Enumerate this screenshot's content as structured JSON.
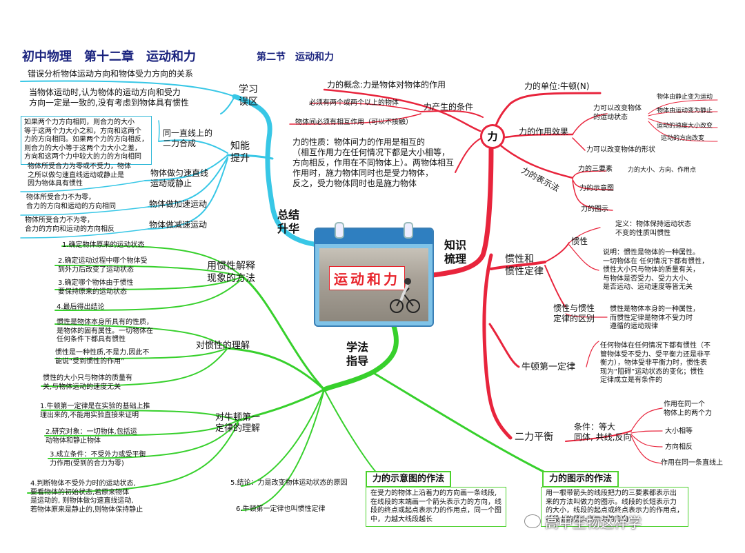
{
  "header": {
    "title": "初中物理　第十二章　运动和力",
    "section": "第二节　运动和力"
  },
  "center": {
    "title": "运动和力"
  },
  "branches": {
    "zongjie": "总结\n升华",
    "zhishi": "知识\n梳理",
    "xuefa": "学法\n指导"
  },
  "summary": {
    "xuexi_wuqu": "学习\n误区",
    "wuqu_title": "错误分析物体运动方向和物体受力方向的关系",
    "wuqu_text": "当物体运动时,认为物体的运动方向和受力\n方向一定是一致的,没有考虑到物体具有惯性",
    "nengli_tisheng": "知能\n提升",
    "heli_label": "同一直线上的\n二力合成",
    "heli_text": "如果两个力方向相同，则合力的大小\n等于这两个力大小之和，方向和这两个\n力的方向相同。如果两个力的方向相反，\n则合力的大小等于这两个力大小之差，\n方向和这两个力中较大的力的方向相同",
    "yunsu_label": "物体做匀速直线\n运动或静止",
    "yunsu_text": "物体所受合力为零或不受力，物体\n之所以做匀速直线运动或静止是\n因为物体具有惯性",
    "jiasu_label": "物体做加速运动",
    "jiasu_text": "物体所受合力不为零，\n合力的方向和运动的方向相同",
    "jiansu_label": "物体做减速运动",
    "jiansu_text": "物体所受合力不为零，\n合力的方向和运动的方向相反"
  },
  "force": {
    "circle": "力",
    "concept": "力的概念:力是物体对物体的作用",
    "conditions_label": "力产生的条件",
    "condition1": "必须有两个或两个以上的物体",
    "condition2": "物体间必须有相互作用（可以不接触）",
    "property": "力的性质：物体间力的作用是相互的\n（相互作用力在任何情况下都是大小相等，\n方向相反，作用在不同物体上）。两物体相互\n作用时，施力物体同时也是受力物体，\n反之，受力物体同时也是施力物体",
    "unit": "力的单位:牛顿(N)",
    "effect_label": "力的作用效果",
    "effect_state": "力可以改变物体\n的运动状态",
    "effect_shape": "力可以改变物体的形状",
    "state1": "物体由静止变为运动",
    "state2": "物体由运动变为静止",
    "state3": "运动的速度大小改变",
    "state4": "运动的方向改变",
    "repr_label": "力的表示法",
    "three_elements": "力的三要素",
    "three_elements_text": "力的大小、方向、作用点",
    "schematic": "力的示意图",
    "graphic": "力的图示"
  },
  "inertia": {
    "label": "惯性和\n惯性定律",
    "inertia": "惯性",
    "definition": "定义：物体保持运动状态\n不变的性质叫惯性",
    "explain": "说明：惯性是物体的一种属性。\n一切物体在 任何情况下都有惯性，\n惯性大小只与物体的质量有关，\n与物体是否受力、受力大小、\n是否运动、运动速度等皆无关",
    "diff_label": "惯性与惯性\n定律的区别",
    "diff_text": "惯性是物体本身的一种属性，\n而惯性定律是物体不受力时\n遵循的运动规律",
    "newton_label": "牛顿第一定律",
    "newton_text": "任何物体在任何情况下都有惯性（不\n管物体受不受力、受平衡力还是非平\n衡力），物体受非平衡力时，惯性表\n现为“阻碍”运动状态的变化；惯性\n定律成立是有条件的"
  },
  "balance": {
    "label": "二力平衡",
    "condition": "条件：等大\n同体, 共线,反向",
    "c1": "作用在同一个\n物体上的两个力",
    "c2": "大小相等",
    "c3": "方向相反",
    "c4": "作用在同一条直线上"
  },
  "method": {
    "explain_label": "用惯性解释\n现象的方法",
    "step1": "1.确定物体原来的运动状态",
    "step2": "2.确定运动过程中哪个物体受\n到外力后改变了运动状态",
    "step3": "3.确定哪个物体由于惯性\n要保持原来的运动状态",
    "step4": "4.最后得出结论",
    "understand_label": "对惯性的理解",
    "u1": "惯性是物体本身所具有的性质，\n是物体的固有属性。一切物体在\n任何条件下都具有惯性",
    "u2": "惯性是一种性质,不是力,因此不\n能说“受到惯性的作用”",
    "u3": "惯性的大小只与物体的质量有\n关,与物体运动的速度无关",
    "newton_label": "对牛顿第一\n定律的理解",
    "n1": "1.牛顿第一定律是在实验的基础上推\n理出来的,不能用实验直接来证明",
    "n2": "2.研究对象：一切物体,包括运\n动物体和静止物体",
    "n3": "3.成立条件：不受外力或受平衡\n力作用(受到的合力为零)",
    "n4": "4.判断物体不受外力时的运动状态,\n要看物体的初始状态,若原来物体\n是运动的, 则物体做匀速直线运动,\n若物体原来是静止的,则物体保持静止",
    "n5": "5.结论：力是改变物体运动状态的原因",
    "n6": "6.牛顿第一定律也叫惯性定律",
    "schematic_title": "力的示意图的作法",
    "schematic_text": "在受力的物体上沿着力的方向画一条线段,\n在线段的末端画一个箭头表示力的方向，线\n段的终点或起点表示力的作用点，同一个图\n中，力越大线段越长",
    "graphic_title": "力的图示的作法",
    "graphic_text": "用一根带箭头的线段把力的三要素都表示出\n来的方法叫做力的图示。线段的长短表示力\n的大小，线段的起点或终点表示力的作用点，\n线段上的箭头表示力的方向"
  },
  "watermark": "高中生物这样学"
}
